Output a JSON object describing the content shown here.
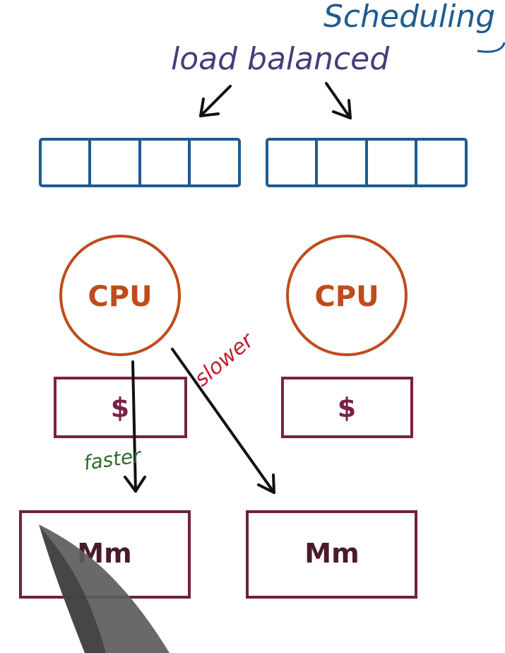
{
  "title": "Scheduling",
  "queues_label": "load balanced",
  "cpu_label": "CPU",
  "cache_label": "$",
  "memory_label": "Mm",
  "fast_path_label": "faster",
  "slow_path_label": "slower",
  "colors": {
    "title": "#1f5c8f",
    "load_balanced": "#4b3a7a",
    "queue": "#1e5a92",
    "cpu": "#c04b1b",
    "cache": "#7a2048",
    "memory": "#6f1f42",
    "arrow": "#111111",
    "faster": "#2e6b2a",
    "slower": "#c31d32",
    "pen": "#5c5c5c"
  },
  "icons": [
    "pen-tip-icon"
  ]
}
